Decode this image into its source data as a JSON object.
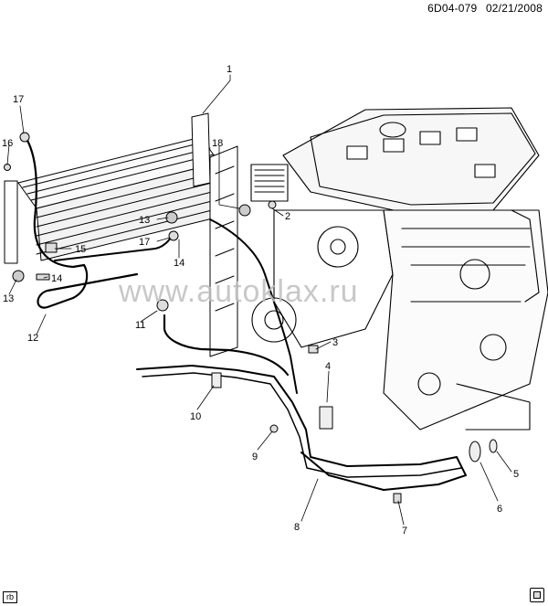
{
  "header": {
    "illustration_code": "6D04-079",
    "date": "02/21/2008"
  },
  "watermark": "www.autoklax.ru",
  "corner_tag": "rb",
  "callouts": [
    "1",
    "2",
    "3",
    "4",
    "5",
    "6",
    "7",
    "8",
    "9",
    "10",
    "11",
    "12",
    "13",
    "13",
    "14",
    "14",
    "15",
    "16",
    "17",
    "17",
    "18"
  ]
}
